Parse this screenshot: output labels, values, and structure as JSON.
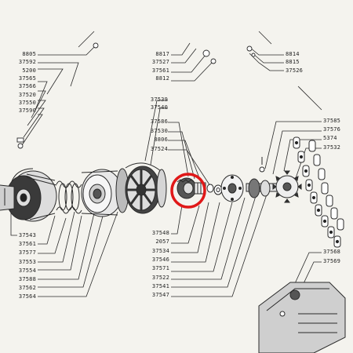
{
  "colors": {
    "ink": "#2a2a2a",
    "paper": "#f4f3ee",
    "highlight": "#e01818"
  },
  "labels": {
    "left": [
      "8805",
      "37592",
      "5200",
      "37565",
      "37566",
      "37520",
      "37550",
      "37590"
    ],
    "top_center": [
      "8817",
      "37527",
      "37561",
      "8812"
    ],
    "top_right": [
      "8814",
      "8815",
      "37526"
    ],
    "center_upper": [
      "37539",
      "37540"
    ],
    "center_mid": [
      "37586",
      "37530",
      "8806",
      "37524"
    ],
    "right_upper": [
      "37585",
      "37576",
      "5374",
      "37532"
    ],
    "left_lower": [
      "37543",
      "37561",
      "37577",
      "37553",
      "37554",
      "37588",
      "37562",
      "37564"
    ],
    "center_lower": [
      "37548",
      "2057",
      "37534",
      "37546",
      "37571",
      "37522",
      "37541",
      "37547"
    ],
    "right_lower": [
      "37568",
      "37569"
    ]
  },
  "highlight": {
    "shape": "circle",
    "target": "8806"
  }
}
